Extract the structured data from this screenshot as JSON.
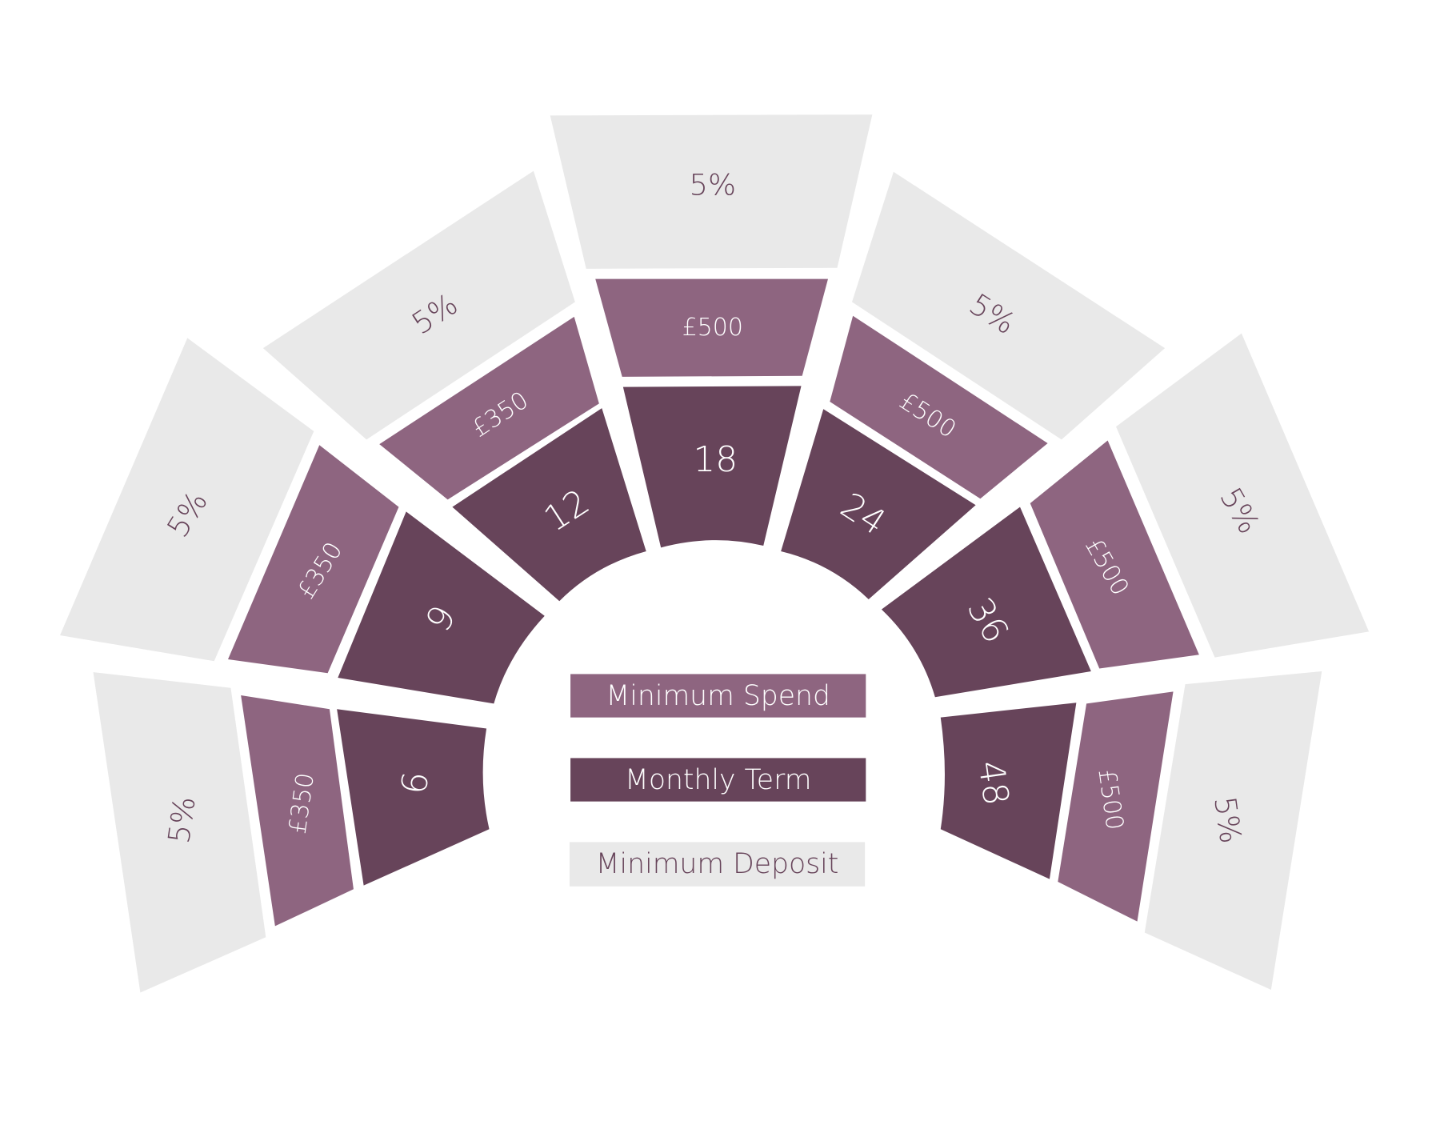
{
  "chart_data": {
    "type": "radial-segments",
    "title": "",
    "categories": [
      "6",
      "9",
      "12",
      "18",
      "24",
      "36",
      "48"
    ],
    "series": [
      {
        "name": "Monthly Term",
        "values": [
          "6",
          "9",
          "12",
          "18",
          "24",
          "36",
          "48"
        ]
      },
      {
        "name": "Minimum Spend",
        "values": [
          "£350",
          "£350",
          "£350",
          "£500",
          "£500",
          "£500",
          "£500"
        ]
      },
      {
        "name": "Minimum Deposit",
        "values": [
          "5%",
          "5%",
          "5%",
          "5%",
          "5%",
          "5%",
          "5%"
        ]
      }
    ],
    "legend": {
      "placement": "center",
      "items": [
        "Minimum Spend",
        "Monthly Term",
        "Minimum Deposit"
      ]
    }
  },
  "colors": {
    "spend": "#8e6580",
    "term": "#67445a",
    "deposit": "#e9e9e9",
    "deposit_text": "#67445a",
    "light_text": "#ffffff"
  }
}
